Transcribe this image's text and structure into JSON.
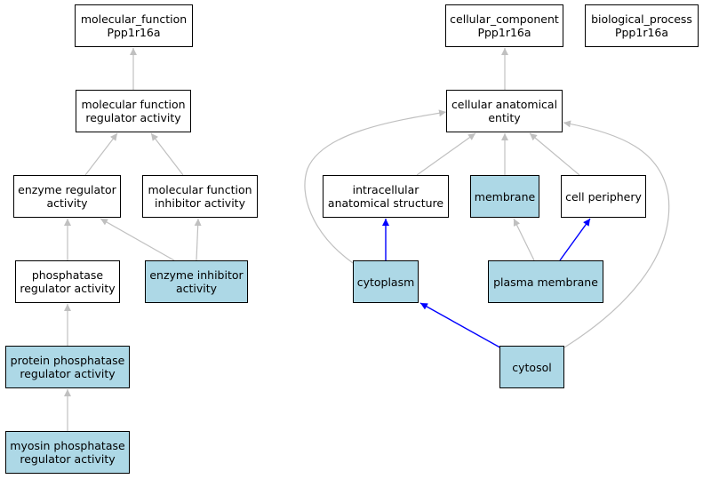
{
  "colors": {
    "highlight_fill": "#add8e6",
    "default_fill": "#ffffff",
    "is_a_edge": "#c0c0c0",
    "part_of_edge": "#0000ff",
    "border": "#000000"
  },
  "nodes": {
    "mf_root": {
      "label": "molecular_function\nPpp1r16a",
      "highlighted": false
    },
    "mf_regulator": {
      "label": "molecular function\nregulator activity",
      "highlighted": false
    },
    "enzyme_regulator": {
      "label": "enzyme regulator\nactivity",
      "highlighted": false
    },
    "mf_inhibitor": {
      "label": "molecular function\ninhibitor activity",
      "highlighted": false
    },
    "phosphatase_regulator": {
      "label": "phosphatase\nregulator activity",
      "highlighted": false
    },
    "enzyme_inhibitor": {
      "label": "enzyme inhibitor\nactivity",
      "highlighted": true
    },
    "protein_phosphatase_regulator": {
      "label": "protein phosphatase\nregulator activity",
      "highlighted": true
    },
    "myosin_phosphatase_regulator": {
      "label": "myosin phosphatase\nregulator activity",
      "highlighted": true
    },
    "cc_root": {
      "label": "cellular_component\nPpp1r16a",
      "highlighted": false
    },
    "bp_root": {
      "label": "biological_process\nPpp1r16a",
      "highlighted": false
    },
    "cellular_anatomical_entity": {
      "label": "cellular anatomical\nentity",
      "highlighted": false
    },
    "intracellular_structure": {
      "label": "intracellular\nanatomical structure",
      "highlighted": false
    },
    "membrane": {
      "label": "membrane",
      "highlighted": true
    },
    "cell_periphery": {
      "label": "cell periphery",
      "highlighted": false
    },
    "cytoplasm": {
      "label": "cytoplasm",
      "highlighted": true
    },
    "plasma_membrane": {
      "label": "plasma membrane",
      "highlighted": true
    },
    "cytosol": {
      "label": "cytosol",
      "highlighted": true
    }
  },
  "edges": [
    {
      "from": "mf_regulator",
      "to": "mf_root",
      "type": "is_a"
    },
    {
      "from": "enzyme_regulator",
      "to": "mf_regulator",
      "type": "is_a"
    },
    {
      "from": "mf_inhibitor",
      "to": "mf_regulator",
      "type": "is_a"
    },
    {
      "from": "phosphatase_regulator",
      "to": "enzyme_regulator",
      "type": "is_a"
    },
    {
      "from": "enzyme_inhibitor",
      "to": "enzyme_regulator",
      "type": "is_a"
    },
    {
      "from": "enzyme_inhibitor",
      "to": "mf_inhibitor",
      "type": "is_a"
    },
    {
      "from": "protein_phosphatase_regulator",
      "to": "phosphatase_regulator",
      "type": "is_a"
    },
    {
      "from": "myosin_phosphatase_regulator",
      "to": "protein_phosphatase_regulator",
      "type": "is_a"
    },
    {
      "from": "cellular_anatomical_entity",
      "to": "cc_root",
      "type": "is_a"
    },
    {
      "from": "intracellular_structure",
      "to": "cellular_anatomical_entity",
      "type": "is_a"
    },
    {
      "from": "membrane",
      "to": "cellular_anatomical_entity",
      "type": "is_a"
    },
    {
      "from": "cell_periphery",
      "to": "cellular_anatomical_entity",
      "type": "is_a"
    },
    {
      "from": "cytoplasm",
      "to": "cellular_anatomical_entity",
      "type": "is_a"
    },
    {
      "from": "cytoplasm",
      "to": "intracellular_structure",
      "type": "part_of"
    },
    {
      "from": "plasma_membrane",
      "to": "membrane",
      "type": "is_a"
    },
    {
      "from": "plasma_membrane",
      "to": "cell_periphery",
      "type": "part_of"
    },
    {
      "from": "cytosol",
      "to": "cytoplasm",
      "type": "part_of"
    },
    {
      "from": "cytosol",
      "to": "cellular_anatomical_entity",
      "type": "is_a"
    }
  ]
}
